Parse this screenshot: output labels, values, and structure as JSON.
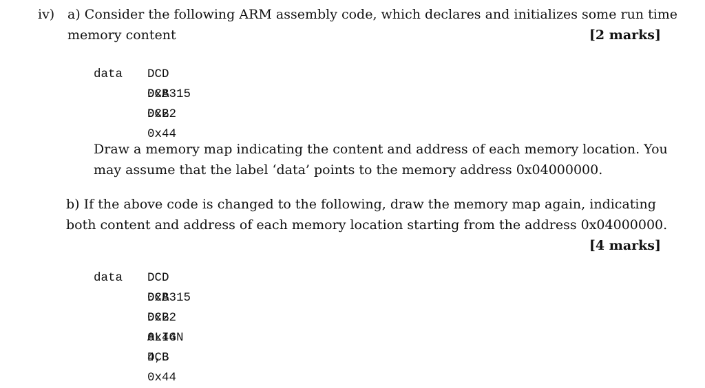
{
  "question": {
    "number": "iv)",
    "part_a": {
      "line1": "a) Consider the following ARM assembly code, which declares and initializes some run time",
      "line2": "memory content",
      "marks": "[2 marks]",
      "code": {
        "label": "data",
        "lines": [
          "DCD 0xA315",
          "DCB 0x22",
          "DCB 0x44"
        ]
      },
      "instruction_line1": "Draw a memory map indicating the content and address of each memory location. You",
      "instruction_line2": "may assume that the label ‘data’ points to the memory address 0x04000000."
    },
    "part_b": {
      "line1": "b) If the above code is changed to the following, draw the memory map again, indicating",
      "line2": "both content and address of each memory location starting from the address 0x04000000.",
      "marks": "[4 marks]",
      "code": {
        "label": "data",
        "lines": [
          "DCD 0xA315",
          "DCB 0x22",
          "DCB 0x44",
          "ALIGN 4,3",
          "DCB 0x44"
        ]
      }
    }
  }
}
